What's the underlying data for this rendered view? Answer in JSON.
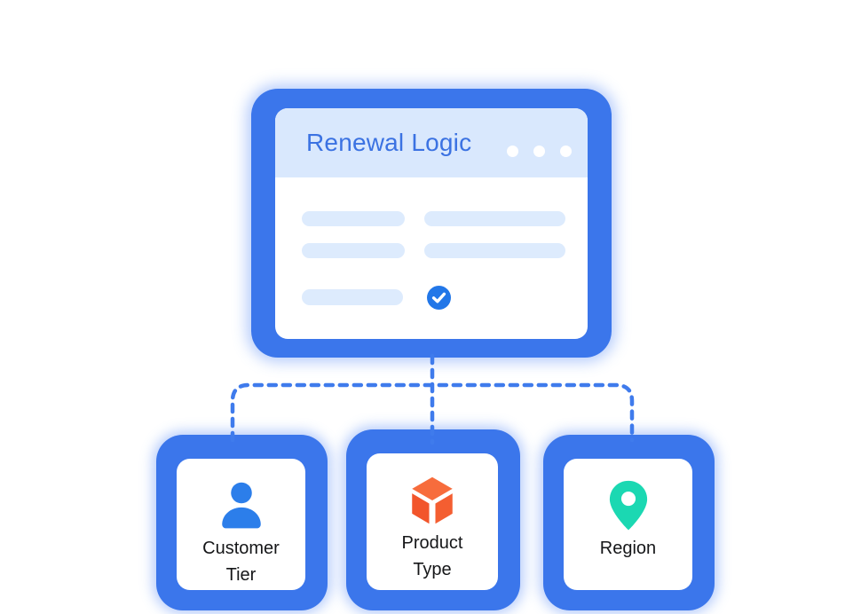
{
  "diagram": {
    "root": {
      "title": "Renewal Logic",
      "window_dots": 3,
      "placeholder_line_count": 5,
      "status_icon": "check-circle"
    },
    "children": [
      {
        "id": "customer-tier",
        "label_lines": [
          "Customer",
          "Tier"
        ],
        "icon": "user-icon",
        "icon_color": "#2C7EEA"
      },
      {
        "id": "product-type",
        "label_lines": [
          "Product",
          "Type"
        ],
        "icon": "cube-icon",
        "icon_color": "#F4572E"
      },
      {
        "id": "region",
        "label_lines": [
          "Region"
        ],
        "icon": "location-pin-icon",
        "icon_color": "#1BD8B2"
      }
    ],
    "colors": {
      "card_border": "#3B76EB",
      "card_glow": "rgba(93,143,247,0.45)",
      "header_bg": "#D9E8FD",
      "title_text": "#3B72E2",
      "placeholder_line": "#DDEBFD",
      "check_circle": "#2277E8",
      "label_text": "#151618",
      "connector": "#3F7BEC",
      "window_dot": "#FFFFFF"
    }
  }
}
